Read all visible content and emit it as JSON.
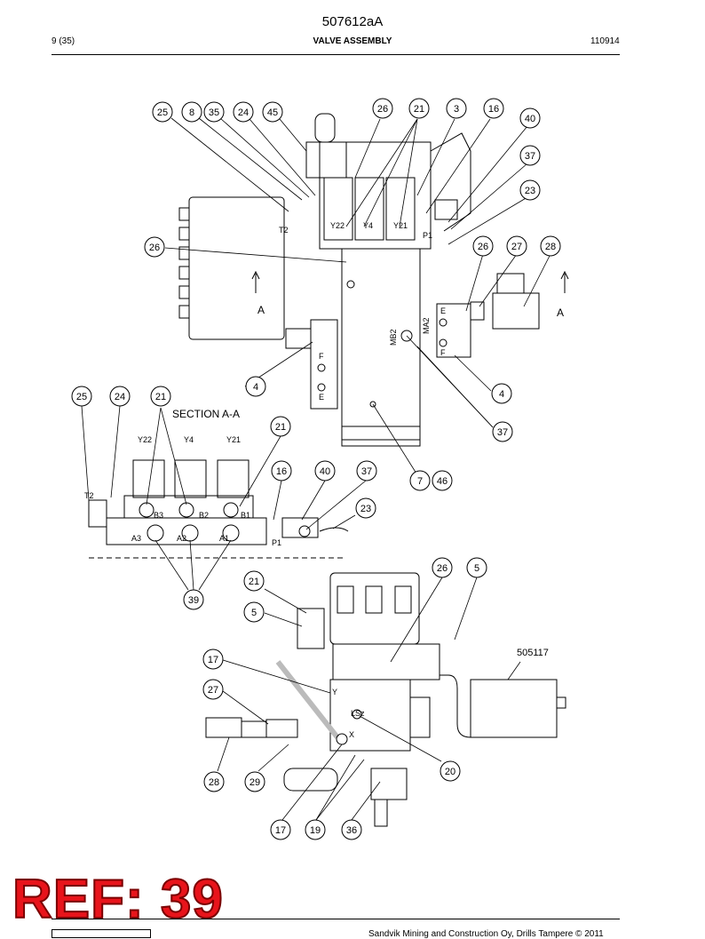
{
  "header": {
    "doc_number": "507612aA",
    "page": "9 (35)",
    "title": "VALVE ASSEMBLY",
    "date": "110914"
  },
  "callouts": {
    "top": [
      "25",
      "8",
      "35",
      "24",
      "45",
      "26",
      "21",
      "3",
      "16",
      "40",
      "37",
      "23",
      "26",
      "26",
      "27",
      "28",
      "4",
      "4",
      "37",
      "7",
      "46"
    ],
    "section": [
      "25",
      "24",
      "21",
      "21",
      "16",
      "40",
      "37",
      "23",
      "39"
    ],
    "bottom": [
      "26",
      "5",
      "21",
      "5",
      "17",
      "27",
      "28",
      "29",
      "17",
      "19",
      "36",
      "20"
    ]
  },
  "labels": {
    "section_title": "SECTION A-A",
    "section_marker": "A",
    "part_number": "505117",
    "ports_top": [
      "T2",
      "Y22",
      "Y4",
      "Y21",
      "P1",
      "E",
      "F",
      "E",
      "F",
      "MB2",
      "MA2"
    ],
    "ports_section": [
      "Y22",
      "Y4",
      "Y21",
      "T2",
      "B3",
      "B2",
      "B1",
      "A3",
      "A2",
      "A1",
      "P1"
    ],
    "ports_bottom": [
      "Y",
      "LSz",
      "X"
    ]
  },
  "stamp": {
    "text": "REF: 39"
  },
  "footer": {
    "copyright": "Sandvik Mining and Construction Oy, Drills Tampere © 2011"
  }
}
